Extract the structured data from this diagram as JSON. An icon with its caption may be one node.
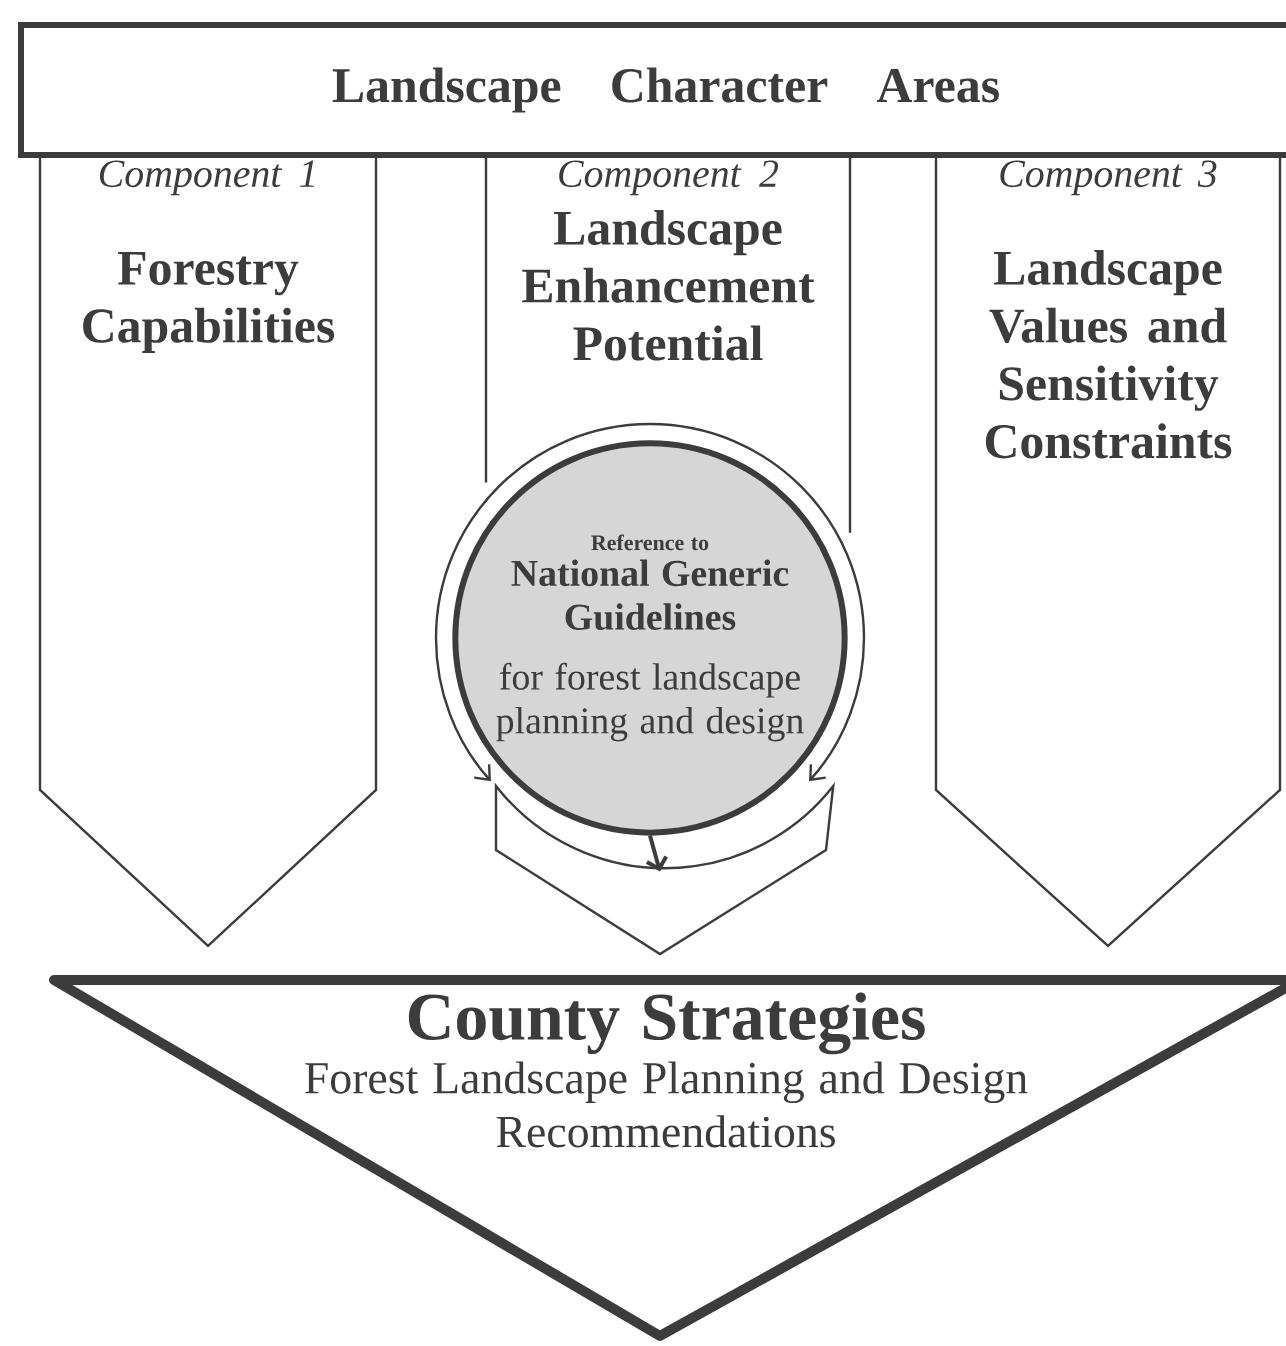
{
  "diagram": {
    "nodes": [
      {
        "text": [
          "Landscape Character Areas"
        ]
      },
      {
        "text": [
          "Component 1",
          "Forestry Capabilities"
        ]
      },
      {
        "text": [
          "Component 2",
          "Landscape Enhancement Potential"
        ]
      },
      {
        "text": [
          "Component 3",
          "Landscape Values and Sensitivity Constraints"
        ]
      },
      {
        "text": [
          "Reference to",
          "National Generic Guidelines",
          "for forest landscape planning and design"
        ]
      },
      {
        "text": [],
        "shape": "chevron"
      },
      {
        "text": [
          "County Strategies",
          "Forest Landscape Planning and Design Recommendations"
        ]
      }
    ],
    "edges": [
      {
        "from": 4,
        "to": 5,
        "arrow": "to"
      }
    ]
  }
}
